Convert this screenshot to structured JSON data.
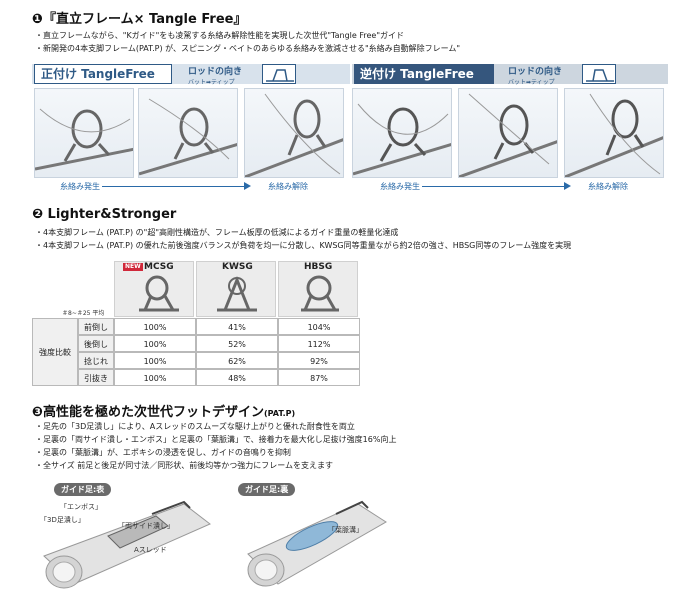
{
  "section1": {
    "title": "❶『直立フレーム× Tangle Free』",
    "bullets": [
      "・直立フレームながら、\"Kガイド\"をも凌駕する糸絡み解除性能を実現した次世代\"Tangle Free\"ガイド",
      "・新開発の4本支脚フレーム(PAT.P) が、スピニング・ベイトのあらゆる糸絡みを激減させる\"糸絡み自動解除フレーム\""
    ],
    "forward": {
      "badge": "正付け TangleFree",
      "rod_label": "ロッドの向き",
      "rod_sub": "バット➡ティップ"
    },
    "reverse": {
      "badge": "逆付け TangleFree",
      "rod_label": "ロッドの向き",
      "rod_sub": "バット➡ティップ"
    },
    "state_start": "糸絡み発生",
    "state_end": "糸絡み解除"
  },
  "section2": {
    "title": "❷ Lighter&Stronger",
    "bullets": [
      "・4本支脚フレーム (PAT.P) の\"超\"高剛性構造が、フレーム板厚の低減によるガイド重量の軽量化達成",
      "・4本支脚フレーム (PAT.P) の優れた前後強度バランスが負荷を均一に分散し、KWSG同等重量ながら約2倍の強さ、HBSG同等のフレーム強度を実現"
    ],
    "new_badge": "NEW",
    "columns": [
      "MCSG",
      "KWSG",
      "HBSG"
    ],
    "size_note": "＃8~＃25 平均",
    "group_label": "強度比較",
    "rows": [
      {
        "label": "前倒し",
        "values": [
          "100%",
          "41%",
          "104%"
        ]
      },
      {
        "label": "後倒し",
        "values": [
          "100%",
          "52%",
          "112%"
        ]
      },
      {
        "label": "捻じれ",
        "values": [
          "100%",
          "62%",
          "92%"
        ]
      },
      {
        "label": "引抜き",
        "values": [
          "100%",
          "48%",
          "87%"
        ]
      }
    ]
  },
  "section3": {
    "title": "❸高性能を極めた次世代フットデザイン",
    "title_sub": "(PAT.P)",
    "bullets": [
      "・足先の「3D足潰し」により、Aスレッドのスムーズな駆け上がりと優れた耐食性を両立",
      "・足裏の「両サイド潰し・エンボス」と足裏の「葉脈溝」で、接着力を最大化し足抜け強度16%向上",
      "・足裏の「葉脈溝」が、エポキシの浸透を促し、ガイドの音鳴りを抑制",
      "・全サイズ 前足と後足が同寸法／同形状、前後均等かつ強力にフレームを支えます"
    ],
    "badge_front": "ガイド足:表",
    "badge_back": "ガイド足:裏",
    "callouts": [
      "「エンボス」",
      "「3D足潰し」",
      "「両サイド潰し」",
      "Aスレッド",
      "「葉脈溝」"
    ]
  },
  "colors": {
    "accent": "#2f5a86",
    "accent_dark": "#35567d",
    "arrow": "#2a6aa8",
    "new_badge": "#d0283a"
  }
}
